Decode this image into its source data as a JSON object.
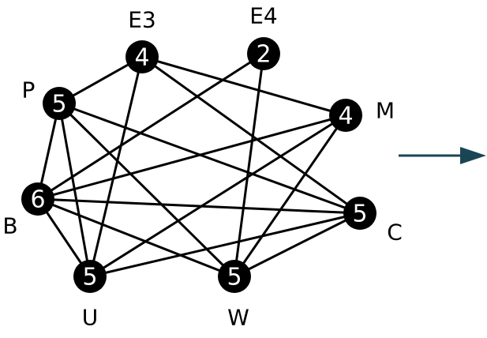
{
  "graph": {
    "nodes": [
      {
        "id": "E3",
        "label": "E3",
        "value": "4"
      },
      {
        "id": "E4",
        "label": "E4",
        "value": "2"
      },
      {
        "id": "P",
        "label": "P",
        "value": "5"
      },
      {
        "id": "M",
        "label": "M",
        "value": "4"
      },
      {
        "id": "B",
        "label": "B",
        "value": "6"
      },
      {
        "id": "C",
        "label": "C",
        "value": "5"
      },
      {
        "id": "U",
        "label": "U",
        "value": "5"
      },
      {
        "id": "W",
        "label": "W",
        "value": "5"
      }
    ],
    "edges": [
      [
        "P",
        "E3"
      ],
      [
        "E3",
        "M"
      ],
      [
        "E3",
        "C"
      ],
      [
        "E3",
        "U"
      ],
      [
        "E4",
        "B"
      ],
      [
        "E4",
        "W"
      ],
      [
        "P",
        "B"
      ],
      [
        "P",
        "U"
      ],
      [
        "P",
        "W"
      ],
      [
        "P",
        "C"
      ],
      [
        "B",
        "M"
      ],
      [
        "B",
        "C"
      ],
      [
        "B",
        "W"
      ],
      [
        "B",
        "U"
      ],
      [
        "M",
        "U"
      ],
      [
        "M",
        "W"
      ],
      [
        "C",
        "U"
      ],
      [
        "C",
        "W"
      ]
    ]
  },
  "arrow": {
    "color": "#1a4555",
    "direction": "right"
  }
}
